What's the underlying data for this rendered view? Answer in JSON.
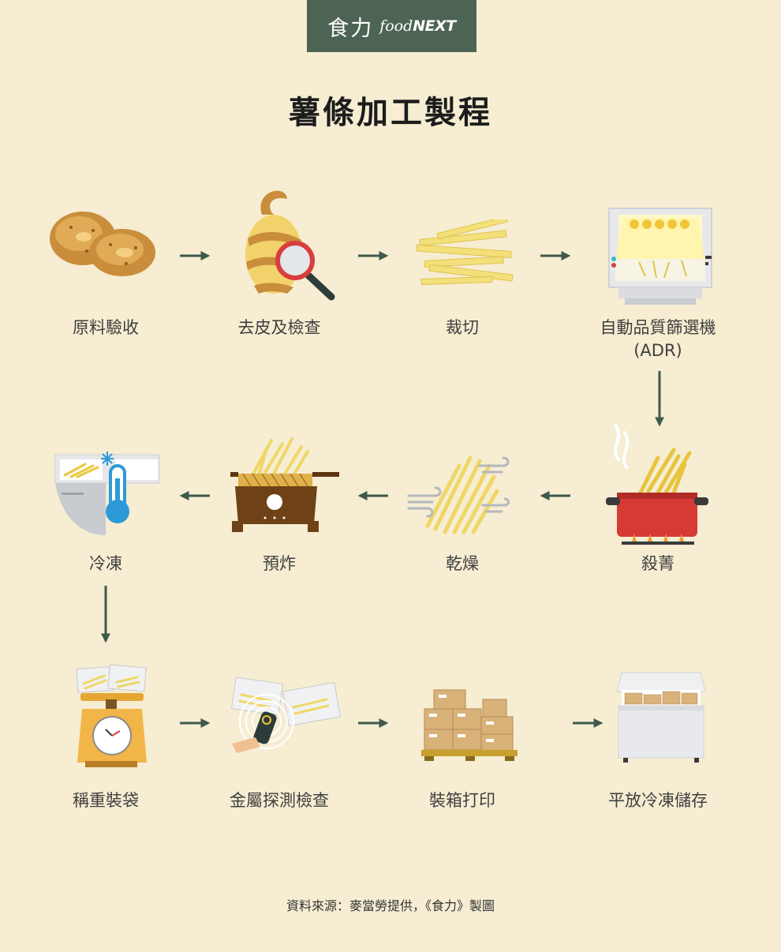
{
  "logo": {
    "chinese": "食力",
    "english_lower": "food",
    "english_upper": "NEXT"
  },
  "title": "薯條加工製程",
  "steps": [
    {
      "label": "原料驗收",
      "icon": "potatoes-icon"
    },
    {
      "label": "去皮及檢查",
      "icon": "peeled-potato-magnifier-icon"
    },
    {
      "label": "裁切",
      "icon": "cut-fries-icon"
    },
    {
      "label": "自動品質篩選機",
      "label2": "(ADR)",
      "icon": "adr-sorting-machine-icon"
    },
    {
      "label": "殺菁",
      "icon": "blanching-pot-icon"
    },
    {
      "label": "乾燥",
      "icon": "drying-fries-icon"
    },
    {
      "label": "預炸",
      "icon": "fryer-icon"
    },
    {
      "label": "冷凍",
      "icon": "freezer-thermometer-icon"
    },
    {
      "label": "稱重裝袋",
      "icon": "scale-bags-icon"
    },
    {
      "label": "金屬探測檢查",
      "icon": "metal-detector-icon"
    },
    {
      "label": "裝箱打印",
      "icon": "boxes-pallet-icon"
    },
    {
      "label": "平放冷凍儲存",
      "icon": "chest-freezer-icon"
    }
  ],
  "source": "資料來源：麥當勞提供，《食力》製圖",
  "colors": {
    "background": "#f6edd2",
    "accent": "#4d6454",
    "arrow": "#3f5a4c"
  }
}
